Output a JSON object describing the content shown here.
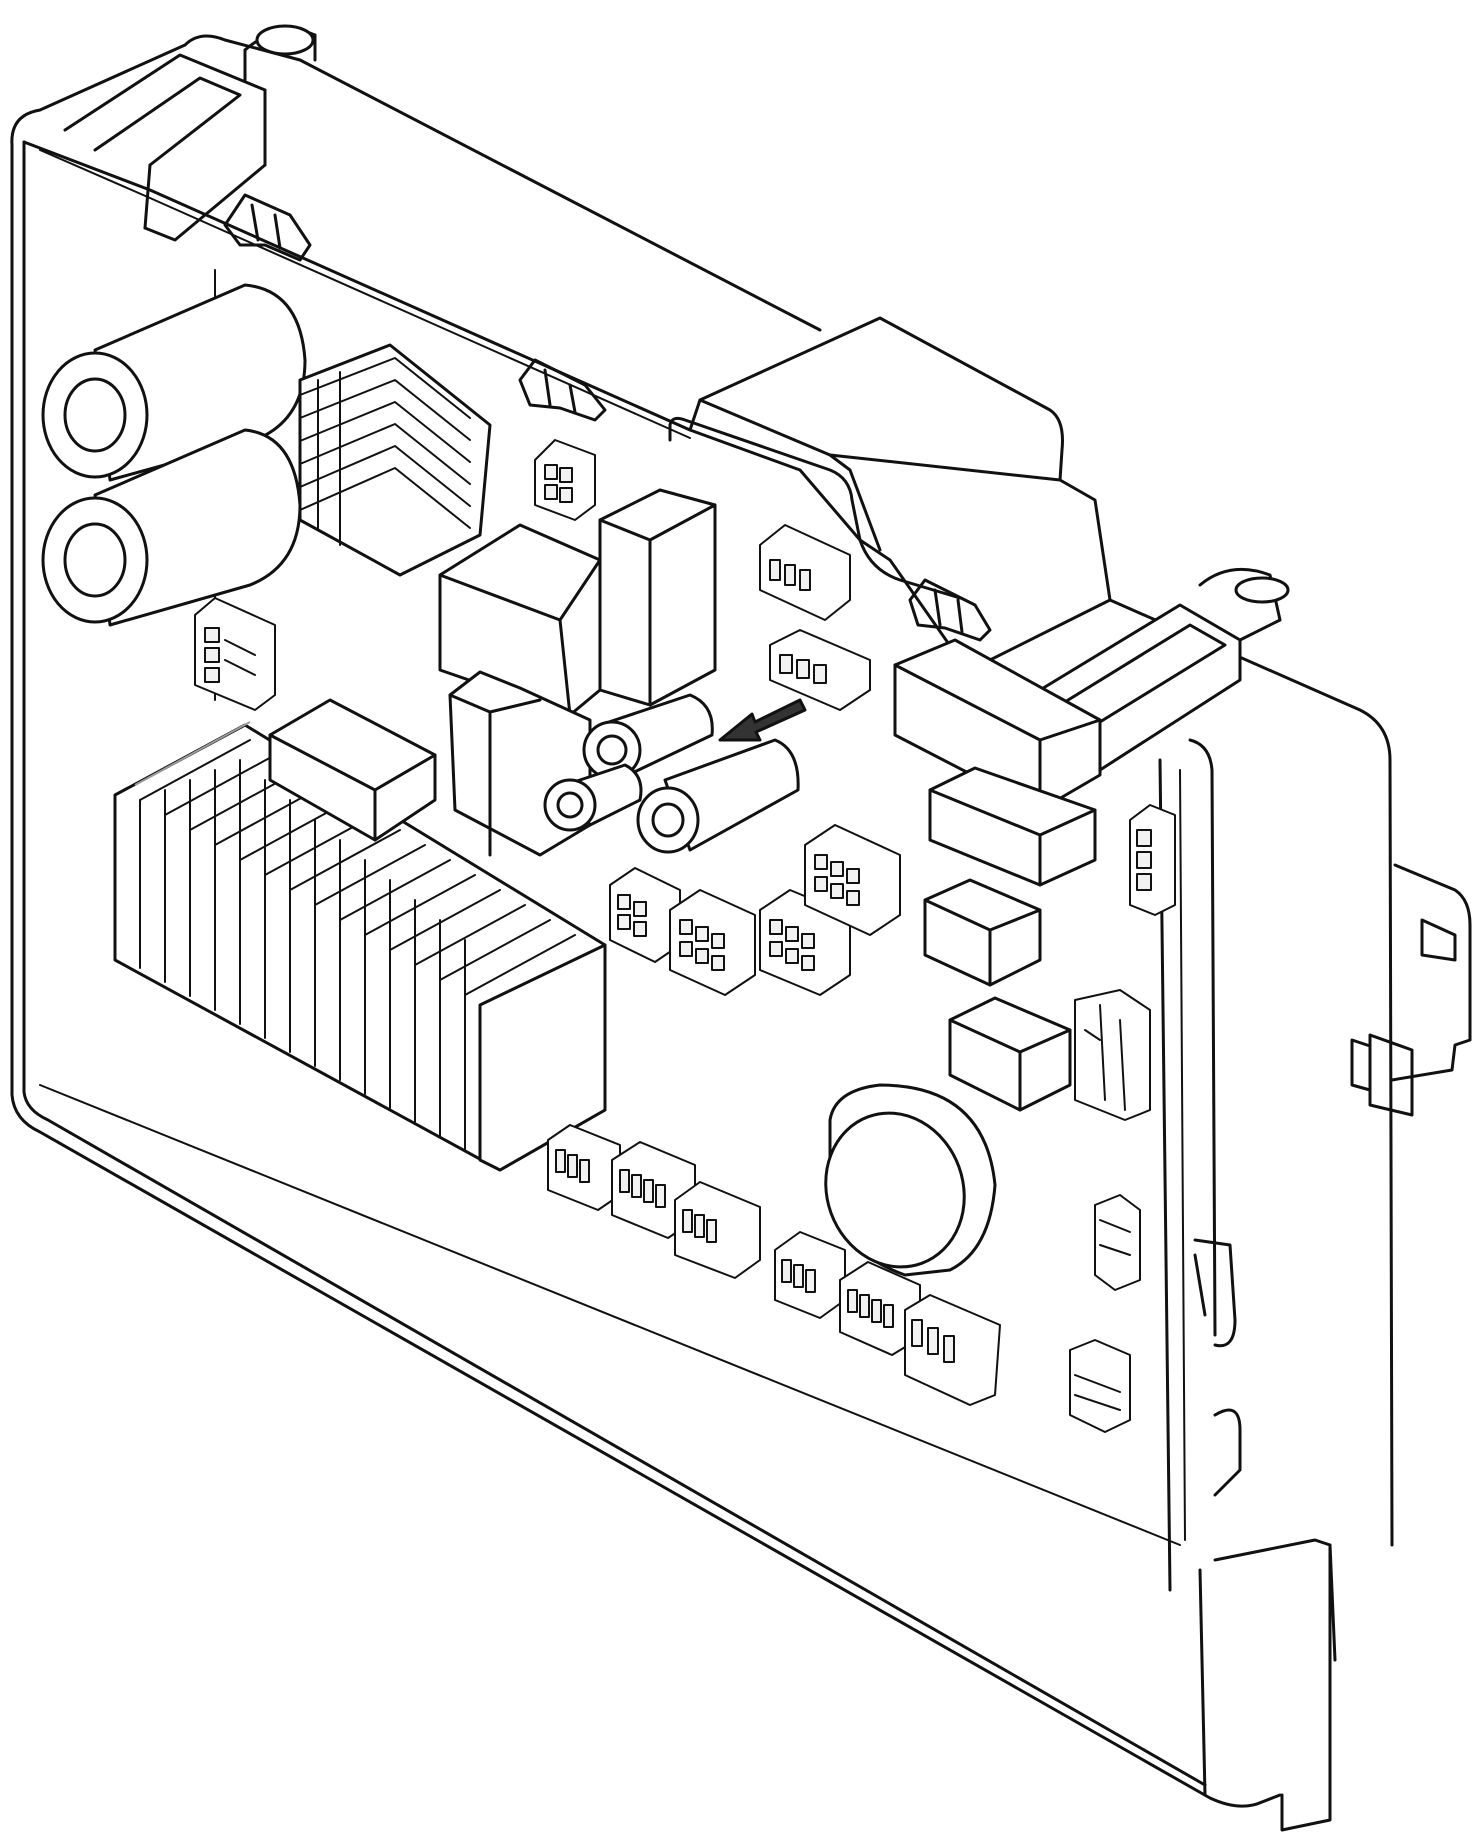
{
  "diagram": {
    "components": [
      {
        "name": "enclosure-housing",
        "icon": "housing-outline"
      },
      {
        "name": "large-electrolytic-capacitor",
        "icon": "cylinder-capacitor",
        "count": 2
      },
      {
        "name": "small-capacitor",
        "icon": "cylinder-capacitor",
        "count": 3
      },
      {
        "name": "heat-sink",
        "icon": "finned-heatsink",
        "count": 2
      },
      {
        "name": "relay",
        "icon": "box-relay",
        "count": 7
      },
      {
        "name": "terminal-connector",
        "icon": "pin-header",
        "count": 17
      },
      {
        "name": "buzzer",
        "icon": "round-disc"
      },
      {
        "name": "insertion-arrow",
        "icon": "arrow"
      },
      {
        "name": "mounting-clip",
        "icon": "snap-clip",
        "count": 3
      }
    ]
  }
}
